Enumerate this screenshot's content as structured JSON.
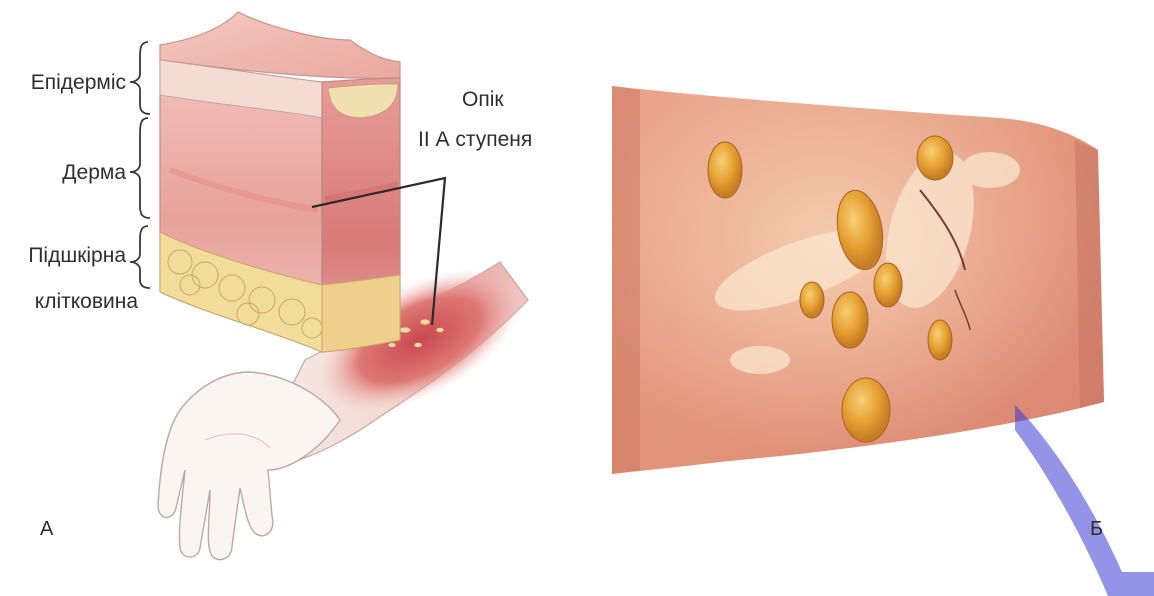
{
  "labels": {
    "epidermis": "Епідерміс",
    "dermis": "Дерма",
    "subcutaneous_line1": "Підшкірна",
    "subcutaneous_line2": "клітковина",
    "burn_line1": "Опік",
    "burn_line2": "II А ступеня"
  },
  "panels": {
    "left": "А",
    "right": "Б"
  },
  "colors": {
    "skin_pink": "#e9a6a0",
    "epidermis_cream": "#f5ddd3",
    "fat_yellow": "#f2dc9a",
    "burn_red": "#d8595a",
    "blister_amber": "#e9a43a",
    "watermark_blue": "#3b3bd6",
    "text": "#2e2e2e"
  },
  "icons": {
    "watermark": "blue-curved-stroke-logo"
  }
}
